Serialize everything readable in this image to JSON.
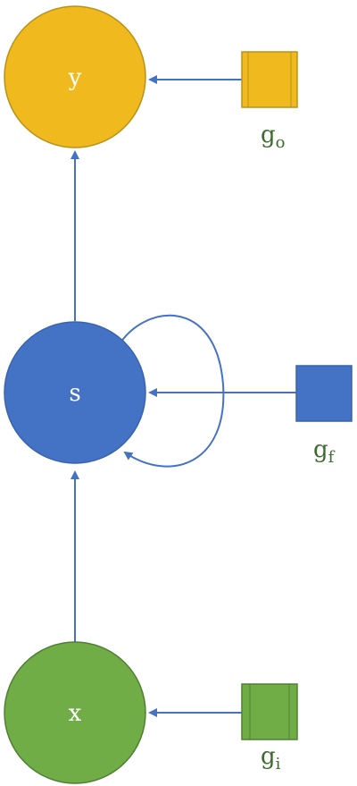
{
  "nodes": {
    "y": {
      "label": "y",
      "fill": "#F0B91E",
      "stroke": "#B7921A"
    },
    "s": {
      "label": "s",
      "fill": "#4472C4",
      "stroke": "#3A63AD"
    },
    "x": {
      "label": "x",
      "fill": "#70AD47",
      "stroke": "#507E32"
    }
  },
  "gates": {
    "output": {
      "base": "g",
      "sub": "o",
      "fill": "#F0B91E",
      "stroke": "#B7921A"
    },
    "forget": {
      "base": "g",
      "sub": "f",
      "fill": "#4472C4",
      "stroke": "#3A63AD"
    },
    "input": {
      "base": "g",
      "sub": "i",
      "fill": "#70AD47",
      "stroke": "#507E32"
    }
  },
  "colors": {
    "arrow": "#4472C4",
    "gate_text": "#3B6B2F"
  }
}
